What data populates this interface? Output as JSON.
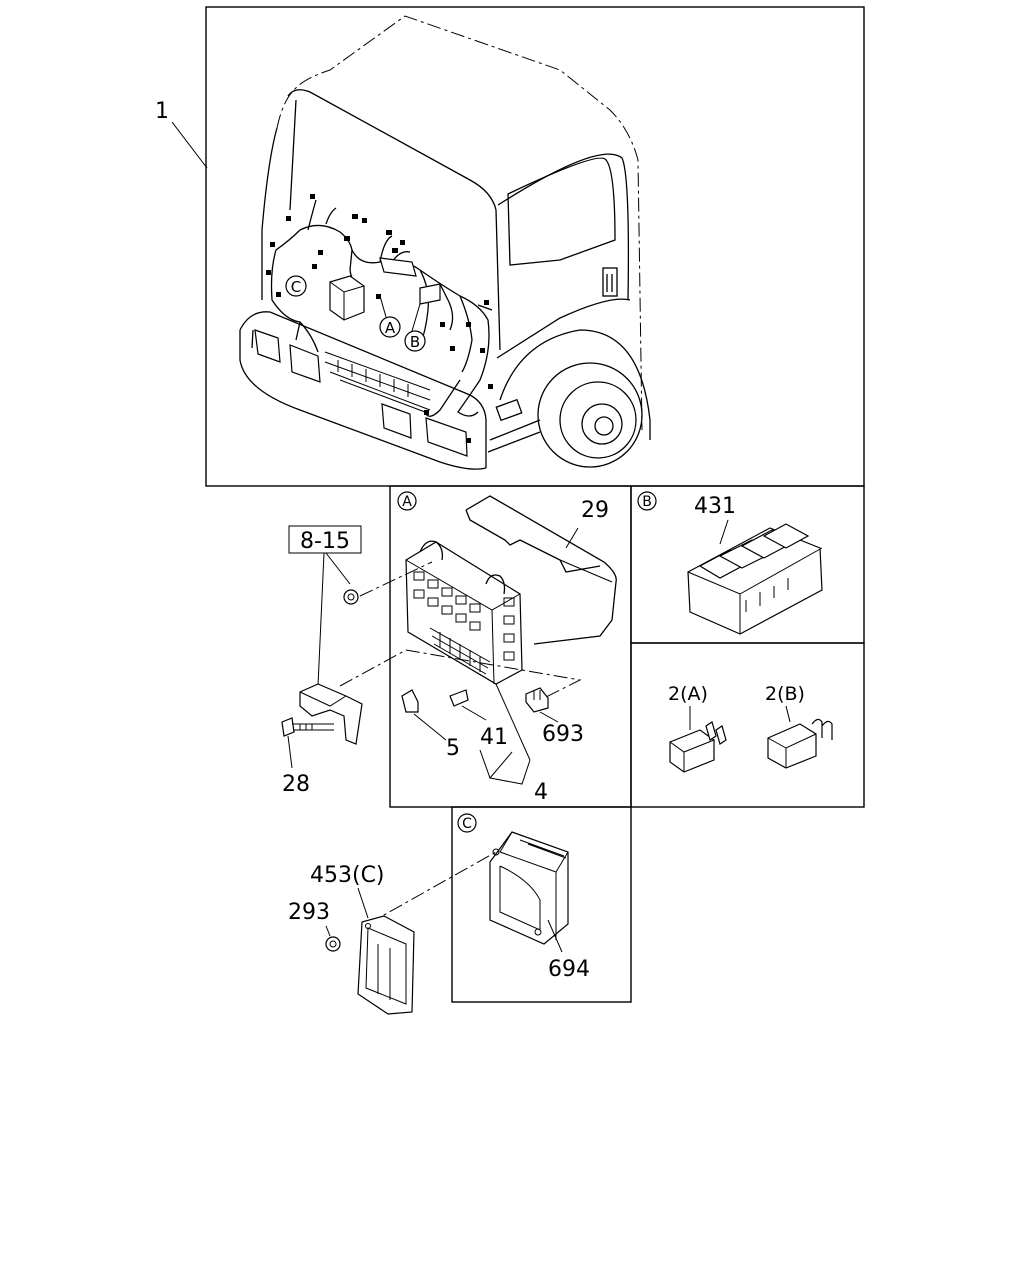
{
  "callouts": {
    "c1": "1",
    "c29": "29",
    "c431": "431",
    "c815": "8-15",
    "c2a": "2(A)",
    "c2b": "2(B)",
    "c5": "5",
    "c41": "41",
    "c693": "693",
    "c4": "4",
    "c28": "28",
    "c453c": "453(C)",
    "c293": "293",
    "c694": "694"
  },
  "section_markers": {
    "a": "A",
    "b": "B",
    "c": "C"
  }
}
